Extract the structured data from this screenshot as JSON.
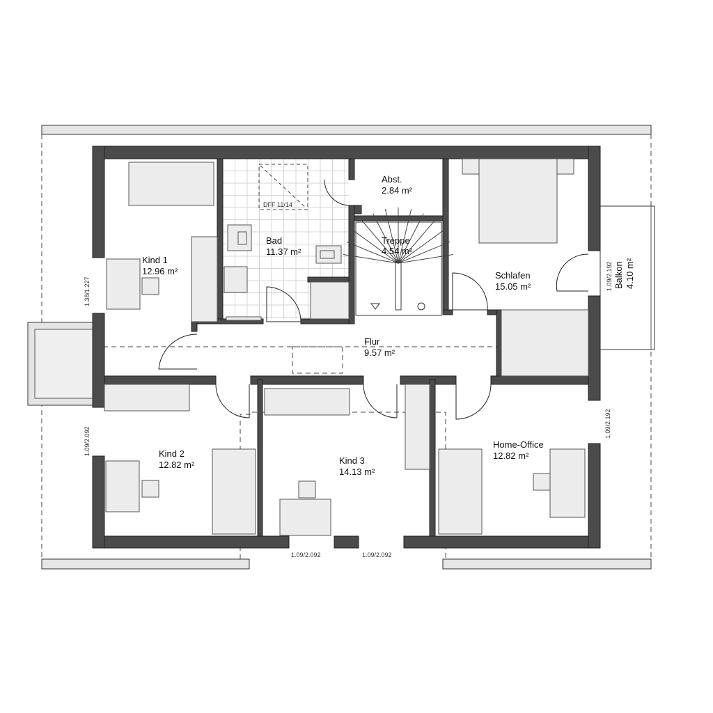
{
  "rooms": [
    {
      "name": "Kind 1",
      "area": "12.96 m²"
    },
    {
      "name": "Bad",
      "area": "11.37 m²"
    },
    {
      "name": "Abst.",
      "area": "2.84 m²"
    },
    {
      "name": "Treppe",
      "area": "4.54 m²"
    },
    {
      "name": "Schlafen",
      "area": "15.05 m²"
    },
    {
      "name": "Balkon",
      "area": "4.10 m²"
    },
    {
      "name": "Flur",
      "area": "9.57 m²"
    },
    {
      "name": "Kind 2",
      "area": "12.82 m²"
    },
    {
      "name": "Kind 3",
      "area": "14.13 m²"
    },
    {
      "name": "Home-Office",
      "area": "12.82 m²"
    }
  ],
  "annotations": {
    "skylight": "DFF 11/14",
    "window_kind1": "1.38/1.227",
    "window_kind2": "1.09/2.092",
    "door_balkon": "1.09/2.192",
    "window_office": "1.09/2.192",
    "window_kind3_left": "1.09/2.092",
    "window_kind3_right": "1.09/2.092"
  },
  "colors": {
    "wall": "#4b4b4b",
    "furniture": "#ececec"
  }
}
